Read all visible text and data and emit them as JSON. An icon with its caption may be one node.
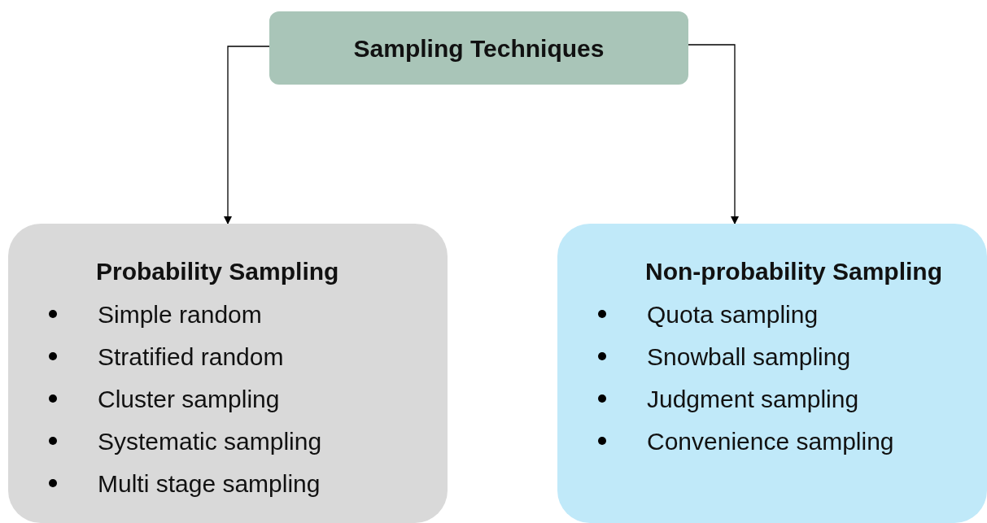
{
  "diagram": {
    "nodes": [
      {
        "text": [
          "Sampling Techniques"
        ]
      },
      {
        "text": [
          "Probability Sampling",
          "Simple random",
          "Stratified random",
          "Cluster sampling",
          "Systematic sampling",
          "Multi stage sampling"
        ]
      },
      {
        "text": [
          "Non-probability Sampling",
          "Quota sampling",
          "Snowball sampling",
          "Judgment sampling",
          "Convenience sampling"
        ]
      }
    ],
    "edges": [
      {
        "from": 0,
        "to": 1,
        "arrow": "to"
      },
      {
        "from": 0,
        "to": 2,
        "arrow": "to"
      }
    ]
  }
}
